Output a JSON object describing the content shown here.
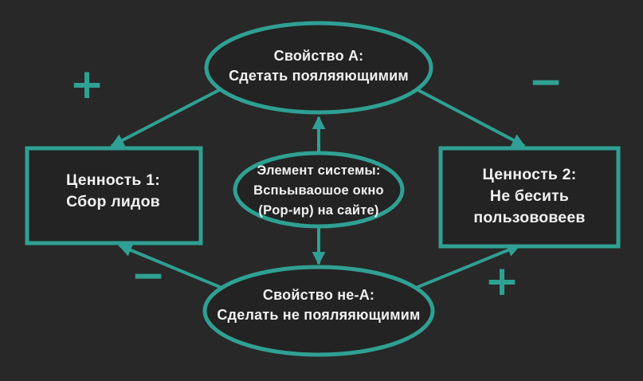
{
  "diagram": {
    "colors": {
      "background": "#282828",
      "accent": "#2fa093",
      "shape_fill": "#232323",
      "text": "#f1f1f1"
    },
    "nodes": {
      "top_ellipse": {
        "line1": "Свойство А:",
        "line2": "Сдетать пояляяющимим"
      },
      "center_ellipse": {
        "line1": "Элемент системы:",
        "line2": "Вспьываошое окно",
        "line3": "(Pop-ир) на сайте)"
      },
      "bottom_ellipse": {
        "line1": "Свойство не-А:",
        "line2": "Сделать не пояляяющимим"
      },
      "left_rect": {
        "line1": "Ценность 1:",
        "line2": "Сбор лидов"
      },
      "right_rect": {
        "line1": "Ценность 2:",
        "line2": "Не бесить",
        "line3": "пользововеев"
      }
    },
    "signs": {
      "top_left": "+",
      "top_right": "−",
      "bottom_left": "−",
      "bottom_right": "+"
    },
    "edges": [
      {
        "from": "top_ellipse",
        "to": "left_rect",
        "sign": "+"
      },
      {
        "from": "top_ellipse",
        "to": "right_rect",
        "sign": "−"
      },
      {
        "from": "bottom_ellipse",
        "to": "left_rect",
        "sign": "−"
      },
      {
        "from": "bottom_ellipse",
        "to": "right_rect",
        "sign": "+"
      },
      {
        "from": "center_ellipse",
        "to": "top_ellipse",
        "sign": ""
      },
      {
        "from": "center_ellipse",
        "to": "bottom_ellipse",
        "sign": ""
      }
    ]
  }
}
